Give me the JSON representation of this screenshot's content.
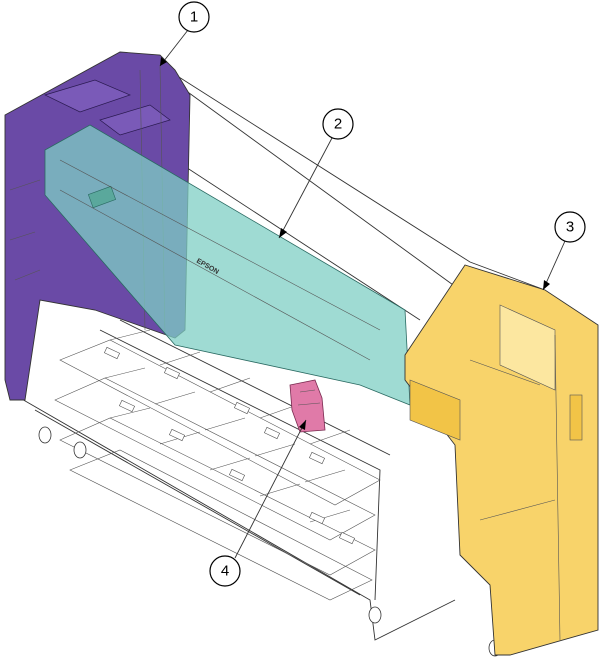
{
  "brand": "EPSON",
  "callouts": [
    {
      "number": "1",
      "color": "#6a4aa6"
    },
    {
      "number": "2",
      "color": "#7fcfc4"
    },
    {
      "number": "3",
      "color": "#f8d36a"
    },
    {
      "number": "4",
      "color": "#e07aa8"
    }
  ]
}
